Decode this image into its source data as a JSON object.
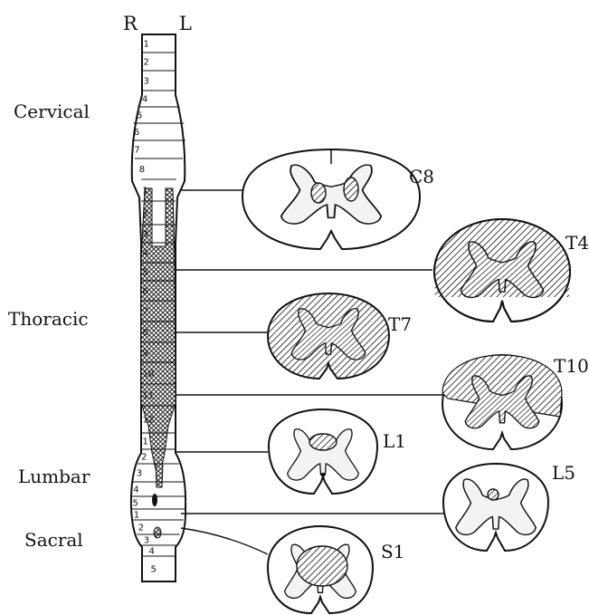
{
  "cord": {
    "side_labels": {
      "right": "R",
      "left": "L"
    },
    "regions": [
      {
        "key": "cervical",
        "label": "Cervical"
      },
      {
        "key": "thoracic",
        "label": "Thoracic"
      },
      {
        "key": "lumbar",
        "label": "Lumbar"
      },
      {
        "key": "sacral",
        "label": "Sacral"
      }
    ],
    "segments": [
      {
        "region": "cervical",
        "number": "1"
      },
      {
        "region": "cervical",
        "number": "2"
      },
      {
        "region": "cervical",
        "number": "3"
      },
      {
        "region": "cervical",
        "number": "4"
      },
      {
        "region": "cervical",
        "number": "5"
      },
      {
        "region": "cervical",
        "number": "6"
      },
      {
        "region": "cervical",
        "number": "7"
      },
      {
        "region": "cervical",
        "number": "8"
      },
      {
        "region": "thoracic",
        "number": "1"
      },
      {
        "region": "thoracic",
        "number": "2"
      },
      {
        "region": "thoracic",
        "number": "3"
      },
      {
        "region": "thoracic",
        "number": "4"
      },
      {
        "region": "thoracic",
        "number": "5"
      },
      {
        "region": "thoracic",
        "number": "6"
      },
      {
        "region": "thoracic",
        "number": "7"
      },
      {
        "region": "thoracic",
        "number": "8"
      },
      {
        "region": "thoracic",
        "number": "9"
      },
      {
        "region": "thoracic",
        "number": "10"
      },
      {
        "region": "thoracic",
        "number": "11"
      },
      {
        "region": "thoracic",
        "number": "12"
      },
      {
        "region": "lumbar",
        "number": "1"
      },
      {
        "region": "lumbar",
        "number": "2"
      },
      {
        "region": "lumbar",
        "number": "3"
      },
      {
        "region": "lumbar",
        "number": "4"
      },
      {
        "region": "lumbar",
        "number": "5"
      },
      {
        "region": "sacral",
        "number": "1"
      },
      {
        "region": "sacral",
        "number": "2"
      },
      {
        "region": "sacral",
        "number": "3"
      },
      {
        "region": "sacral",
        "number": "4"
      },
      {
        "region": "sacral",
        "number": "5"
      }
    ]
  },
  "cross_sections": [
    {
      "label": "C8",
      "lesion": "bilateral dorsal column foci"
    },
    {
      "label": "T4",
      "lesion": "posterior and lateral cord"
    },
    {
      "label": "T7",
      "lesion": "entire cross-section"
    },
    {
      "label": "T10",
      "lesion": "posterior and lateral cord"
    },
    {
      "label": "L1",
      "lesion": "central gray"
    },
    {
      "label": "L5",
      "lesion": "small central focus"
    },
    {
      "label": "S1",
      "lesion": "central region"
    }
  ],
  "colors": {
    "ink": "#111111",
    "paper": "#ffffff",
    "gray_matter": "#f3f3f3",
    "lesion_hatch": "#111111"
  }
}
